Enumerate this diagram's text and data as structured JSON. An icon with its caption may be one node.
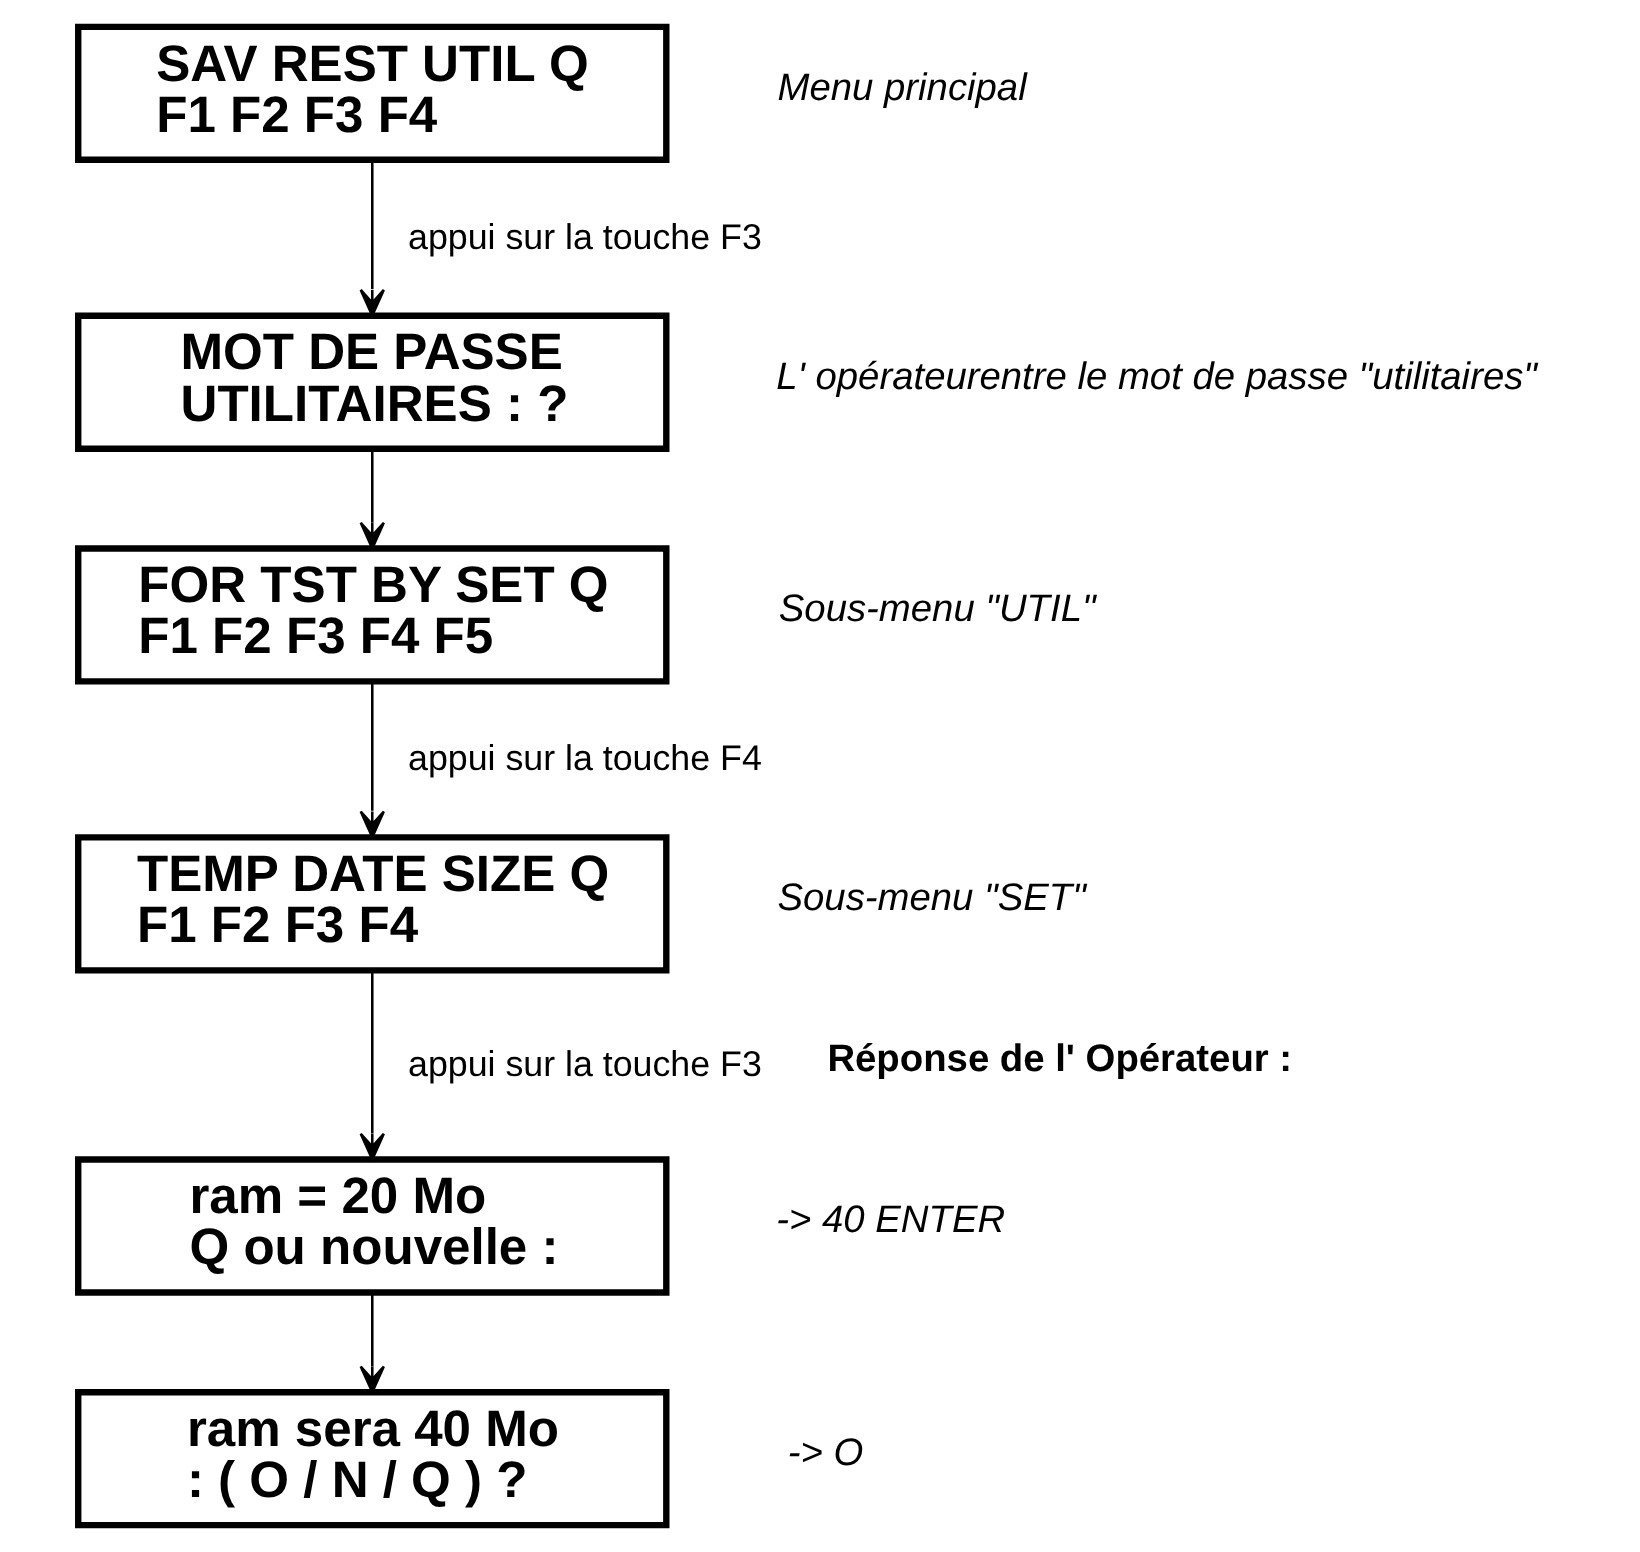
{
  "diagram": {
    "nodes": [
      {
        "text": [
          "SAV REST UTIL Q",
          "F1 F2 F3 F4"
        ],
        "beside": [
          "Menu principal"
        ]
      },
      {
        "text": [
          "MOT DE PASSE",
          "UTILITAIRES : ?"
        ],
        "beside": [
          "L' opérateurentre le mot de passe \"utilitaires\""
        ]
      },
      {
        "text": [
          "FOR TST BY SET Q",
          "F1 F2 F3 F4 F5"
        ],
        "beside": [
          "Sous-menu \"UTIL\""
        ]
      },
      {
        "text": [
          "TEMP DATE SIZE Q",
          "F1 F2 F3 F4"
        ],
        "beside": [
          "Sous-menu \"SET\""
        ]
      },
      {
        "text": [
          "ram = 20 Mo",
          "Q ou nouvelle :"
        ],
        "beside": [
          "-> 40 ENTER"
        ]
      },
      {
        "text": [
          "ram sera 40 Mo",
          ": ( O / N / Q ) ?"
        ],
        "beside": [
          "-> O"
        ]
      }
    ],
    "edges": [
      {
        "from": 0,
        "to": 1,
        "arrow": "to",
        "label": "appui sur la touche F3"
      },
      {
        "from": 1,
        "to": 2,
        "arrow": "to"
      },
      {
        "from": 2,
        "to": 3,
        "arrow": "to",
        "label": "appui sur la touche F4"
      },
      {
        "from": 3,
        "to": 4,
        "arrow": "to",
        "label": "appui sur la touche F3"
      },
      {
        "from": 4,
        "to": 5,
        "arrow": "to"
      }
    ],
    "labels": [
      "Réponse de l' Opérateur :"
    ]
  }
}
